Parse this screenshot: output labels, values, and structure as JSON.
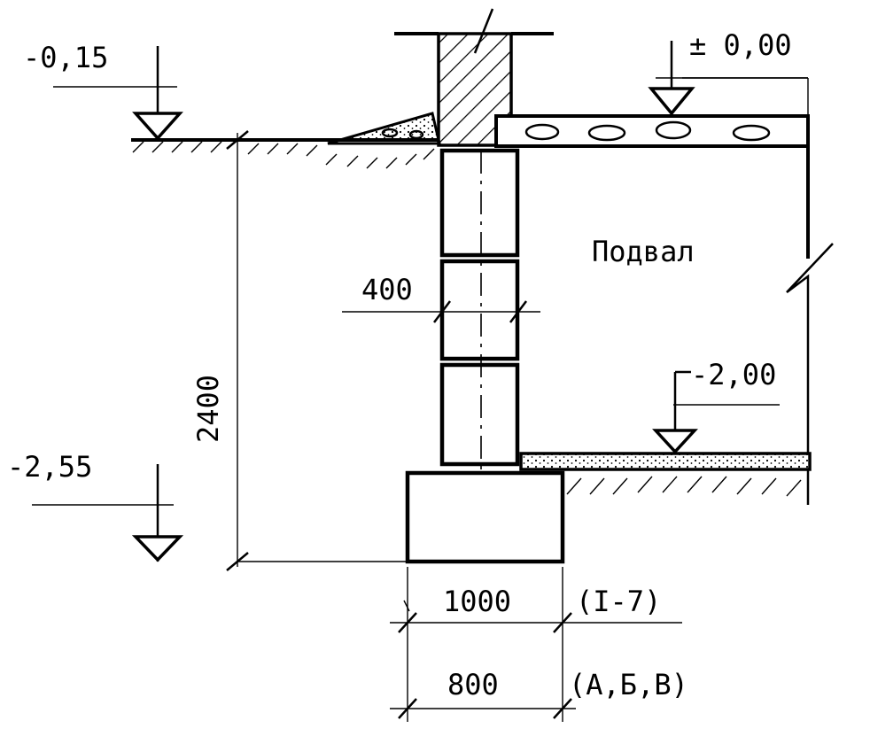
{
  "elevations": {
    "ground": "-0,15",
    "floor": "± 0,00",
    "basement_floor": "-2,00",
    "footing_base": "-2,55"
  },
  "room_label": "Подвал",
  "dimensions": {
    "wall_thickness": "400",
    "depth": "2400",
    "footing_width_1": "1000",
    "footing_width_2": "800"
  },
  "axis_notes": {
    "axes_1": "(I-7)",
    "axes_2": "(А,Б,В)"
  },
  "colors": {
    "line": "#000000",
    "background": "#ffffff"
  }
}
